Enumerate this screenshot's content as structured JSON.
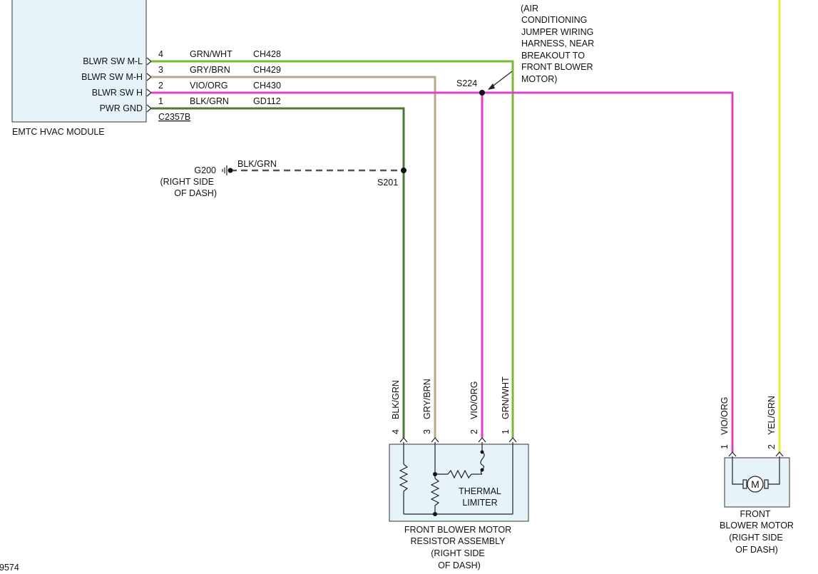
{
  "colors": {
    "GRN/WHT": "#7bb83a",
    "GRY/BRN": "#b8aa8c",
    "VIO/ORG": "#e040c8",
    "BLK/GRN": "#4a7a3a",
    "YEL/GRN": "#e4ea3c",
    "ground_dashed": "#555555",
    "box_fill": "#e6f4fa"
  },
  "module": {
    "name": "EMTC HVAC MODULE",
    "connector": "C2357B",
    "pins": [
      {
        "label": "BLWR SW M-L",
        "pin": "4",
        "wire": "GRN/WHT",
        "circuit": "CH428"
      },
      {
        "label": "BLWR SW M-H",
        "pin": "3",
        "wire": "GRY/BRN",
        "circuit": "CH429"
      },
      {
        "label": "BLWR SW H",
        "pin": "2",
        "wire": "VIO/ORG",
        "circuit": "CH430"
      },
      {
        "label": "PWR GND",
        "pin": "1",
        "wire": "BLK/GRN",
        "circuit": "GD112"
      }
    ]
  },
  "ground": {
    "id": "G200",
    "location": [
      "(RIGHT SIDE",
      "OF DASH)"
    ],
    "wire": "BLK/GRN"
  },
  "splices": {
    "s201": "S201",
    "s224": "S224",
    "s224_note": [
      "(AIR",
      "CONDITIONING",
      "JUMPER WIRING",
      "HARNESS, NEAR",
      "BREAKOUT TO",
      "FRONT BLOWER",
      "MOTOR)"
    ]
  },
  "resistor_assembly": {
    "pins": [
      {
        "pin": "4",
        "wire": "BLK/GRN"
      },
      {
        "pin": "3",
        "wire": "GRY/BRN"
      },
      {
        "pin": "2",
        "wire": "VIO/ORG"
      },
      {
        "pin": "1",
        "wire": "GRN/WHT"
      }
    ],
    "thermal_limiter": [
      "THERMAL",
      "LIMITER"
    ],
    "name": [
      "FRONT BLOWER MOTOR",
      "RESISTOR ASSEMBLY",
      "(RIGHT SIDE",
      "OF DASH)"
    ]
  },
  "blower_motor": {
    "pins": [
      {
        "pin": "1",
        "wire": "VIO/ORG"
      },
      {
        "pin": "2",
        "wire": "YEL/GRN"
      }
    ],
    "symbol": "M",
    "name": [
      "FRONT",
      "BLOWER MOTOR",
      "(RIGHT SIDE",
      "OF DASH)"
    ]
  },
  "figure_id": "9574"
}
